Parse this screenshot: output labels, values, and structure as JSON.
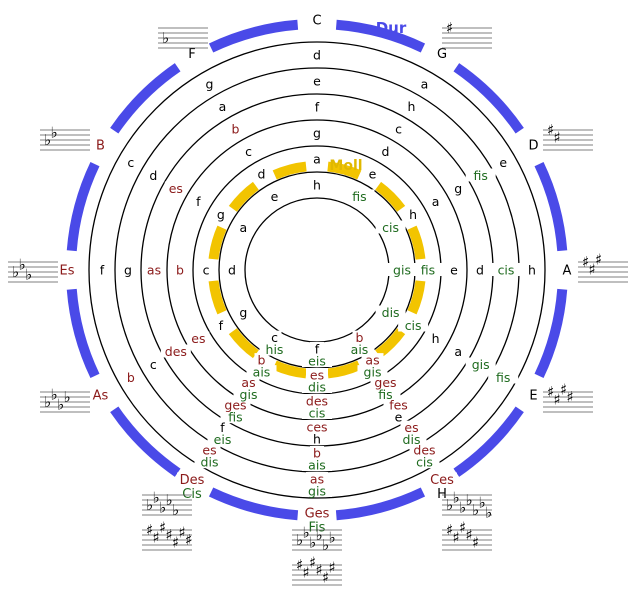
{
  "title_major": "Dur",
  "title_minor": "Moll",
  "colors": {
    "major_arc": "#4a4ae8",
    "minor_arc": "#f2c400",
    "title_major": "#4a4ae8",
    "title_minor": "#e0b800",
    "natural": "#000000",
    "flat": "#8b1a1a",
    "sharp": "#1f6b1f",
    "circle": "#000000"
  },
  "major_keys": [
    {
      "label": "C",
      "accidental": "natural"
    },
    {
      "label": "G",
      "accidental": "natural"
    },
    {
      "label": "D",
      "accidental": "natural"
    },
    {
      "label": "A",
      "accidental": "natural"
    },
    {
      "label": "E",
      "accidental": "natural"
    },
    {
      "label": "H / Ces",
      "accidental": "mixed"
    },
    {
      "label": "Fis / Ges",
      "accidental": "mixed"
    },
    {
      "label": "Cis / Des",
      "accidental": "mixed"
    },
    {
      "label": "As",
      "accidental": "flat"
    },
    {
      "label": "Es",
      "accidental": "flat"
    },
    {
      "label": "B",
      "accidental": "flat"
    },
    {
      "label": "F",
      "accidental": "natural"
    }
  ],
  "signatures": [
    {
      "flats": 0,
      "sharps": 0
    },
    {
      "flats": 0,
      "sharps": 1
    },
    {
      "flats": 0,
      "sharps": 2
    },
    {
      "flats": 0,
      "sharps": 3
    },
    {
      "flats": 0,
      "sharps": 4
    },
    {
      "flats": 7,
      "sharps": 5
    },
    {
      "flats": 6,
      "sharps": 6
    },
    {
      "flats": 5,
      "sharps": 7
    },
    {
      "flats": 4,
      "sharps": 0
    },
    {
      "flats": 3,
      "sharps": 0
    },
    {
      "flats": 2,
      "sharps": 0
    },
    {
      "flats": 1,
      "sharps": 0
    }
  ],
  "spokes": [
    {
      "top": [
        [
          "C",
          "n"
        ]
      ],
      "inner": [
        [
          "d",
          "n"
        ],
        [
          "e",
          "n"
        ],
        [
          "f",
          "n"
        ],
        [
          "g",
          "n"
        ],
        [
          "a",
          "n"
        ],
        [
          "h",
          "n"
        ]
      ]
    },
    {
      "top": [
        [
          "G",
          "n"
        ]
      ],
      "inner": [
        [
          "a",
          "n"
        ],
        [
          "h",
          "n"
        ],
        [
          "c",
          "n"
        ],
        [
          "d",
          "n"
        ],
        [
          "e",
          "n"
        ],
        [
          "fis",
          "s"
        ]
      ]
    },
    {
      "top": [
        [
          "D",
          "n"
        ]
      ],
      "inner": [
        [
          "e",
          "n"
        ],
        [
          "fis",
          "s"
        ],
        [
          "g",
          "n"
        ],
        [
          "a",
          "n"
        ],
        [
          "h",
          "n"
        ],
        [
          "cis",
          "s"
        ]
      ]
    },
    {
      "top": [
        [
          "A",
          "n"
        ]
      ],
      "inner": [
        [
          "h",
          "n"
        ],
        [
          "cis",
          "s"
        ],
        [
          "d",
          "n"
        ],
        [
          "e",
          "n"
        ],
        [
          "fis",
          "s"
        ],
        [
          "gis",
          "s"
        ]
      ]
    },
    {
      "top": [
        [
          "E",
          "n"
        ]
      ],
      "inner": [
        [
          "fis",
          "s"
        ],
        [
          "gis",
          "s"
        ],
        [
          "a",
          "n"
        ],
        [
          "h",
          "n"
        ],
        [
          "cis",
          "s"
        ],
        [
          "dis",
          "s"
        ]
      ]
    },
    {
      "top": [
        [
          "Ces",
          "f"
        ],
        [
          "H",
          "n"
        ]
      ],
      "inner": [
        [
          "des",
          "f",
          "cis",
          "s"
        ],
        [
          "es",
          "f",
          "dis",
          "s"
        ],
        [
          "fes",
          "f",
          "e",
          "n"
        ],
        [
          "ges",
          "f",
          "fis",
          "s"
        ],
        [
          "as",
          "f",
          "gis",
          "s"
        ],
        [
          "b",
          "f",
          "ais",
          "s"
        ]
      ]
    },
    {
      "top": [
        [
          "Ges",
          "f"
        ],
        [
          "Fis",
          "s"
        ]
      ],
      "inner": [
        [
          "as",
          "f",
          "gis",
          "s"
        ],
        [
          "b",
          "f",
          "ais",
          "s"
        ],
        [
          "ces",
          "f",
          "h",
          "n"
        ],
        [
          "des",
          "f",
          "cis",
          "s"
        ],
        [
          "es",
          "f",
          "dis",
          "s"
        ],
        [
          "f",
          "n",
          "eis",
          "s"
        ]
      ]
    },
    {
      "top": [
        [
          "Des",
          "f"
        ],
        [
          "Cis",
          "s"
        ]
      ],
      "inner": [
        [
          "es",
          "f",
          "dis",
          "s"
        ],
        [
          "f",
          "n",
          "eis",
          "s"
        ],
        [
          "ges",
          "f",
          "fis",
          "s"
        ],
        [
          "as",
          "f",
          "gis",
          "s"
        ],
        [
          "b",
          "f",
          "ais",
          "s"
        ],
        [
          "c",
          "n",
          "his",
          "s"
        ]
      ]
    },
    {
      "top": [
        [
          "As",
          "f"
        ]
      ],
      "inner": [
        [
          "b",
          "f"
        ],
        [
          "c",
          "n"
        ],
        [
          "des",
          "f"
        ],
        [
          "es",
          "f"
        ],
        [
          "f",
          "n"
        ],
        [
          "g",
          "n"
        ]
      ]
    },
    {
      "top": [
        [
          "Es",
          "f"
        ]
      ],
      "inner": [
        [
          "f",
          "n"
        ],
        [
          "g",
          "n"
        ],
        [
          "as",
          "f"
        ],
        [
          "b",
          "f"
        ],
        [
          "c",
          "n"
        ],
        [
          "d",
          "n"
        ]
      ]
    },
    {
      "top": [
        [
          "B",
          "f"
        ]
      ],
      "inner": [
        [
          "c",
          "n"
        ],
        [
          "d",
          "n"
        ],
        [
          "es",
          "f"
        ],
        [
          "f",
          "n"
        ],
        [
          "g",
          "n"
        ],
        [
          "a",
          "n"
        ]
      ]
    },
    {
      "top": [
        [
          "F",
          "n"
        ]
      ],
      "inner": [
        [
          "g",
          "n"
        ],
        [
          "a",
          "n"
        ],
        [
          "b",
          "f"
        ],
        [
          "c",
          "n"
        ],
        [
          "d",
          "n"
        ],
        [
          "e",
          "n"
        ]
      ]
    }
  ]
}
